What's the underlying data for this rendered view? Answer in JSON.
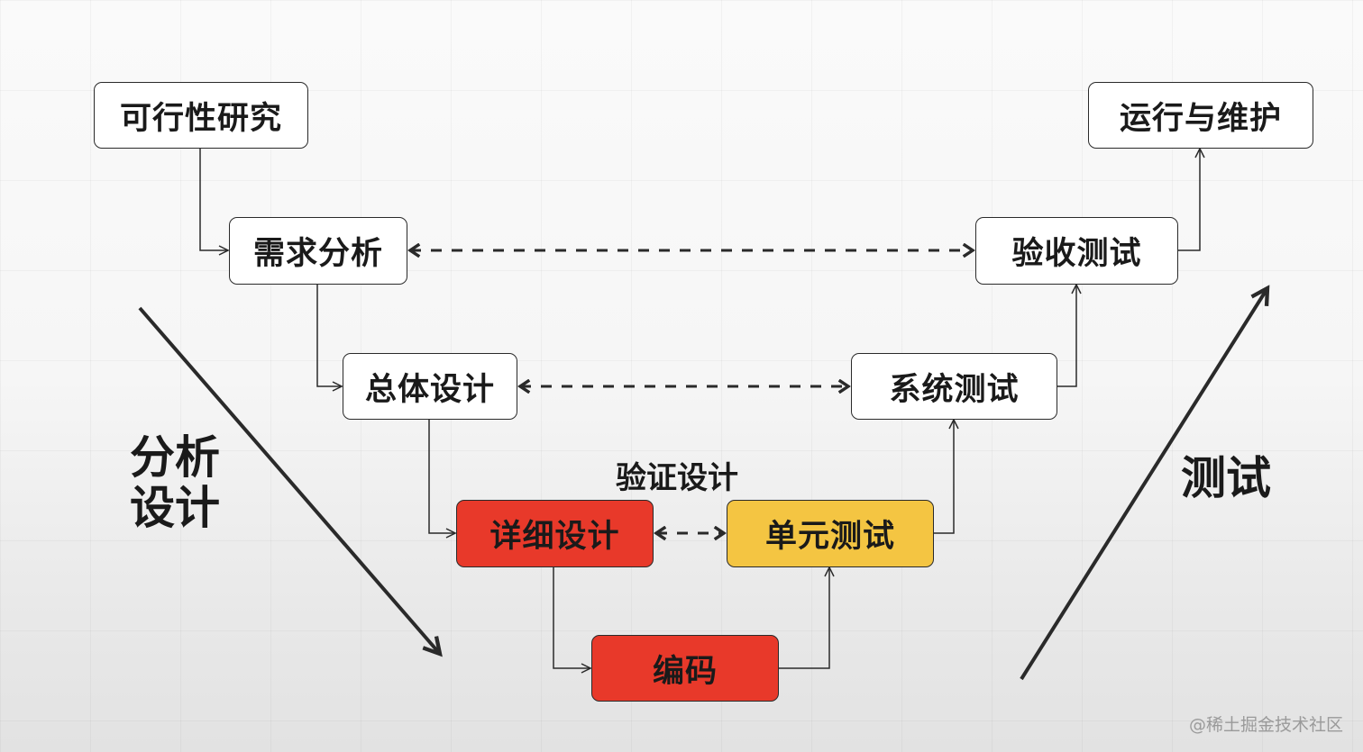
{
  "colors": {
    "default_box": "#ffffff",
    "red": "#e8392a",
    "yellow": "#f4c542",
    "line": "#2a2a2a"
  },
  "nodes": {
    "feasibility": {
      "label": "可行性研究"
    },
    "requirements": {
      "label": "需求分析"
    },
    "overall_design": {
      "label": "总体设计"
    },
    "detailed_design": {
      "label": "详细设计"
    },
    "coding": {
      "label": "编码"
    },
    "unit_test": {
      "label": "单元测试"
    },
    "system_test": {
      "label": "系统测试"
    },
    "acceptance_test": {
      "label": "验收测试"
    },
    "operation": {
      "label": "运行与维护"
    }
  },
  "labels": {
    "verify_design": "验证设计",
    "left_line1": "分析",
    "left_line2": "设计",
    "right": "测试"
  },
  "watermark": "@稀土掘金技术社区"
}
